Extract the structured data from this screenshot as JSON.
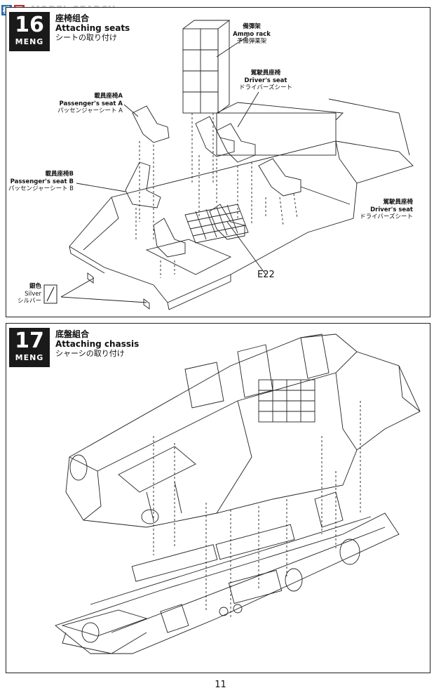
{
  "watermark": {
    "glyph1": "模",
    "glyph2": "网",
    "text": "MODEL SEARCH"
  },
  "step16": {
    "number": "16",
    "brand": "MENG",
    "title_jp": "座椅组合",
    "title_en": "Attaching seats",
    "title_kana": "シートの取り付け",
    "labels": {
      "ammo": {
        "cn": "備彈架",
        "en": "Ammo rack",
        "jp": "予備弾薬架"
      },
      "driver_top": {
        "cn": "駕駛員座椅",
        "en": "Driver's seat",
        "jp": "ドライバーズシート"
      },
      "pass_a": {
        "cn": "載員座椅A",
        "en": "Passenger's seat A",
        "jp": "パッセンジャーシート A"
      },
      "pass_b": {
        "cn": "載員座椅B",
        "en": "Passenger's seat B",
        "jp": "パッセンジャーシート B"
      },
      "driver_right": {
        "cn": "駕駛員座椅",
        "en": "Driver's seat",
        "jp": "ドライバーズシート"
      },
      "silver": {
        "cn": "銀色",
        "en": "Silver",
        "jp": "シルバー"
      },
      "part": "E22"
    }
  },
  "step17": {
    "number": "17",
    "brand": "MENG",
    "title_jp": "底盤組合",
    "title_en": "Attaching chassis",
    "title_kana": "シャーシの取り付け"
  },
  "page_number": "11"
}
